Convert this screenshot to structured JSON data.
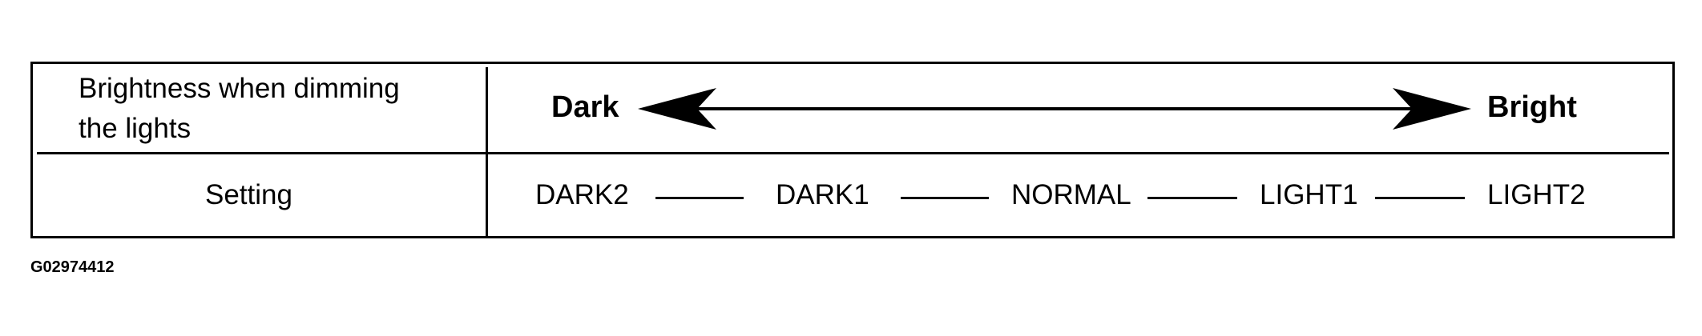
{
  "table": {
    "header_label_line1": "Brightness when dimming",
    "header_label_line2": "the lights",
    "row_label": "Setting",
    "scale": {
      "left_label": "Dark",
      "right_label": "Bright"
    },
    "settings": [
      "DARK2",
      "DARK1",
      "NORMAL",
      "LIGHT1",
      "LIGHT2"
    ]
  },
  "figure_id": "G02974412"
}
